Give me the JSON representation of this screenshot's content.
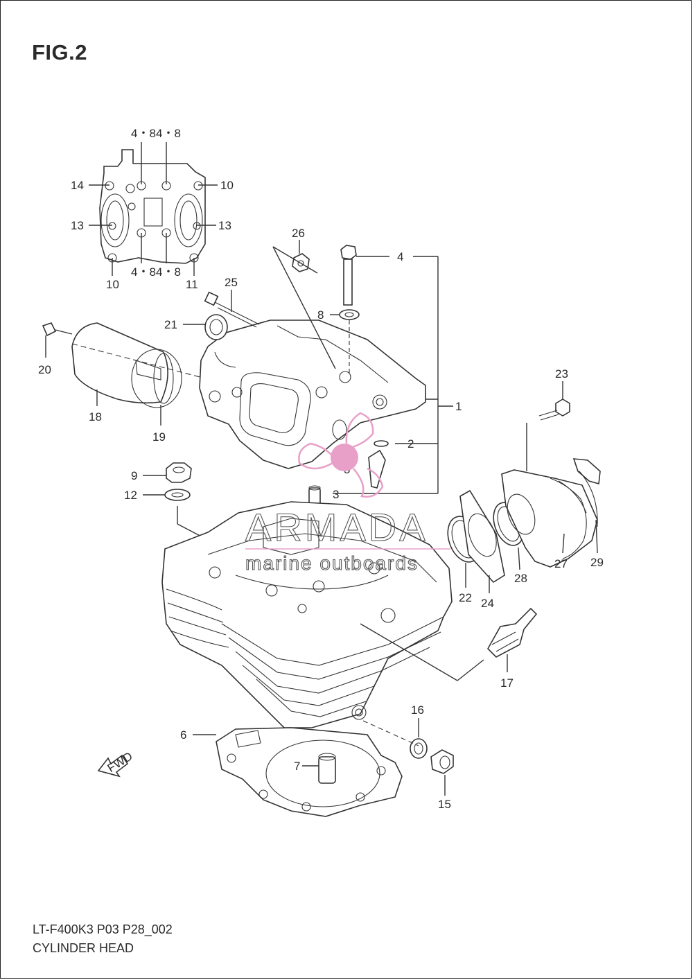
{
  "figure": {
    "title": "FIG.2"
  },
  "footer": {
    "code": "LT-F400K3 P03 P28_002",
    "name": "CYLINDER HEAD"
  },
  "watermark": {
    "brand": "ARMADA",
    "tagline": "marine outboards",
    "accent": "#e8a0c8"
  },
  "fwd_arrow": {
    "label": "FWD"
  },
  "callouts": {
    "c1": "1",
    "c2": "2",
    "c3": "3",
    "c4": "4",
    "c5": "5",
    "c6": "6",
    "c7": "7",
    "c8": "8",
    "c9": "9",
    "c12": "12",
    "c15": "15",
    "c16": "16",
    "c17": "17",
    "c18": "18",
    "c19": "19",
    "c20": "20",
    "c21": "21",
    "c22": "22",
    "c23": "23",
    "c24": "24",
    "c25": "25",
    "c26": "26",
    "c27": "27",
    "c28": "28",
    "c29": "29"
  },
  "inset": {
    "top_left": "4・8",
    "top_right": "4・8",
    "bottom_left": "4・8",
    "bottom_right": "4・8",
    "left_top": "14",
    "right_top": "10",
    "left_mid": "13",
    "right_mid": "13",
    "bottom_far_left": "10",
    "bottom_far_right": "11"
  }
}
